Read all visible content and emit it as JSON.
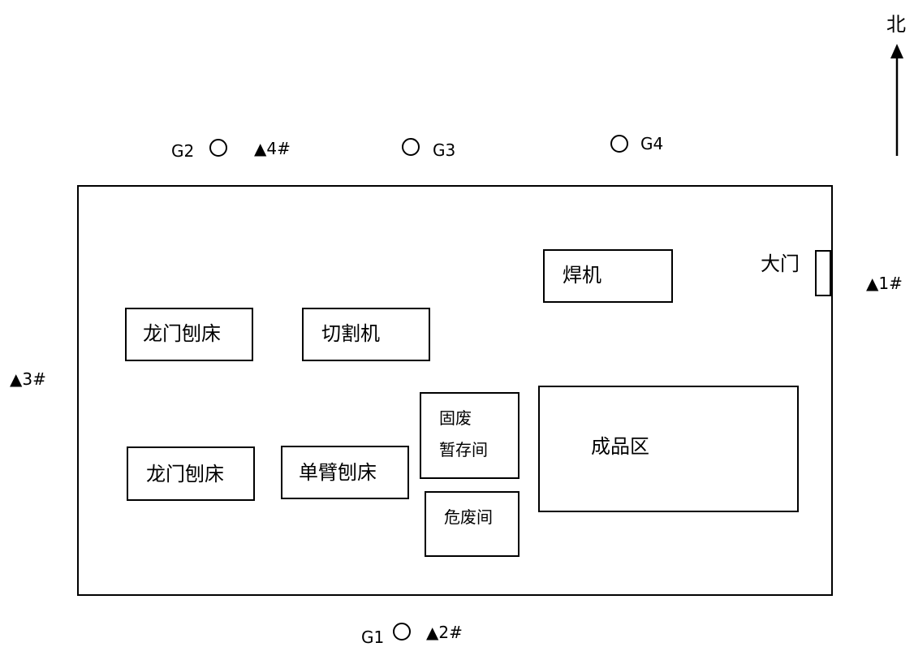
{
  "north": {
    "label": "北"
  },
  "buildings": {
    "gate": "大门",
    "welder": "焊机",
    "gantry_planer_1": "龙门刨床",
    "cutter": "切割机",
    "solid_waste_line1": "固废",
    "solid_waste_line2": "暂存间",
    "finished_area": "成品区",
    "gantry_planer_2": "龙门刨床",
    "single_arm_planer": "单臂刨床",
    "hazardous_waste": "危废间"
  },
  "noise_points": {
    "p1": "▲1#",
    "p2": "▲2#",
    "p3": "▲3#",
    "p4": "▲4#"
  },
  "gas_points": {
    "g1": "G1",
    "g2": "G2",
    "g3": "G3",
    "g4": "G4"
  }
}
